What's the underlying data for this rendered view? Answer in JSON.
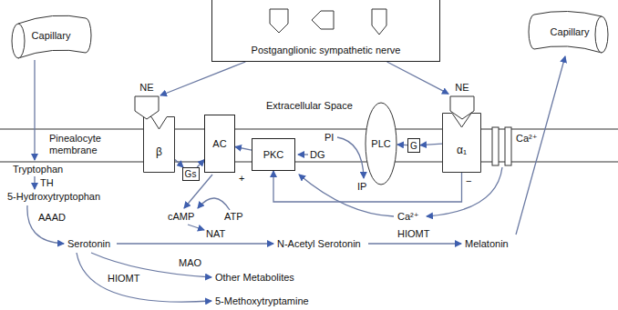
{
  "diagram": {
    "nodes": [
      {
        "text": [
          "Capillary"
        ]
      },
      {
        "text": [
          "Postganglionic sympathetic nerve"
        ]
      },
      {
        "text": [
          "Capillary"
        ]
      },
      {
        "text": [
          "NE"
        ]
      },
      {
        "text": [
          "NE"
        ]
      },
      {
        "text": [
          "β"
        ]
      },
      {
        "text": [
          "AC"
        ]
      },
      {
        "text": [
          "Gs"
        ]
      },
      {
        "text": [
          "PKC"
        ]
      },
      {
        "text": [
          "PLC"
        ]
      },
      {
        "text": [
          "G"
        ]
      },
      {
        "text": [
          "α₁"
        ]
      }
    ],
    "edges": [
      {
        "from": 1,
        "to": 3,
        "arrow": "to"
      },
      {
        "from": 1,
        "to": 4,
        "arrow": "to"
      },
      {
        "from": 5,
        "to": 7,
        "arrow": "to"
      },
      {
        "from": 7,
        "to": 6,
        "arrow": "to"
      },
      {
        "from": 8,
        "to": 6,
        "arrow": "to"
      },
      {
        "from": 11,
        "to": 10,
        "arrow": "to"
      },
      {
        "from": 10,
        "to": 9,
        "arrow": "to"
      },
      {
        "from": 11,
        "to": 8,
        "arrow": "to"
      }
    ],
    "labels": [
      "Extracellular Space",
      "Pinealocyte membrane",
      "PI",
      "DG",
      "IP",
      "Ca²⁺",
      "Ca²⁺",
      "Tryptophan",
      "TH",
      "5-Hydroxytryptophan",
      "AAAD",
      "Serotonin",
      "cAMP",
      "ATP",
      "+",
      "−",
      "NAT",
      "N-Acetyl Serotonin",
      "HIOMT",
      "Melatonin",
      "MAO",
      "Other Metabolites",
      "HIOMT",
      "5-Methoxytryptamine"
    ]
  }
}
